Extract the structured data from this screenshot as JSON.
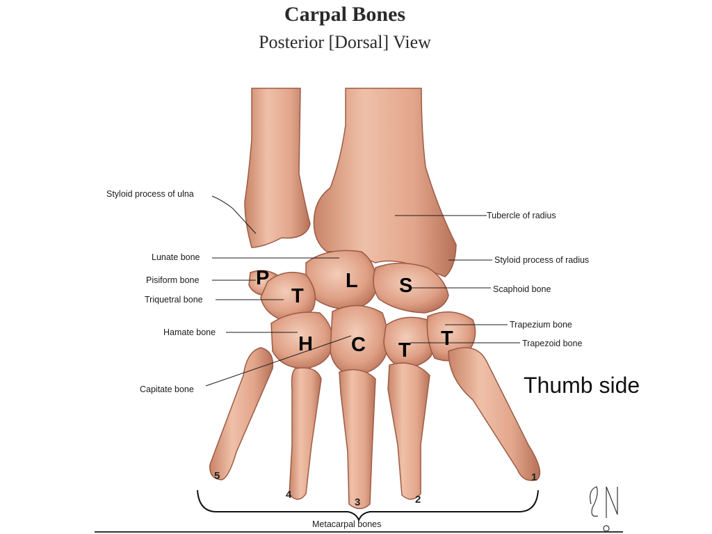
{
  "title": "Carpal Bones",
  "subtitle": "Posterior [Dorsal] View",
  "labels": {
    "styloid_ulna": "Styloid process of ulna",
    "tubercle_radius": "Tubercle of radius",
    "lunate": "Lunate bone",
    "styloid_radius": "Styloid process of radius",
    "pisiform": "Pisiform bone",
    "scaphoid": "Scaphoid bone",
    "triquetral": "Triquetral bone",
    "trapezium": "Trapezium bone",
    "hamate": "Hamate bone",
    "trapezoid": "Trapezoid bone",
    "capitate": "Capitate bone",
    "metacarpal": "Metacarpal bones"
  },
  "letters": {
    "pisiform": "P",
    "lunate": "L",
    "scaphoid": "S",
    "triquetral": "T",
    "trapezium": "T",
    "hamate": "H",
    "capitate": "C",
    "trapezoid": "T"
  },
  "thumb_side": "Thumb side",
  "metacarpal_numbers": [
    "5",
    "4",
    "3",
    "2",
    "1"
  ],
  "colors": {
    "bone": "#e7b39b",
    "bone_shadow": "#c27e63",
    "bone_dark": "#9c5a44"
  }
}
